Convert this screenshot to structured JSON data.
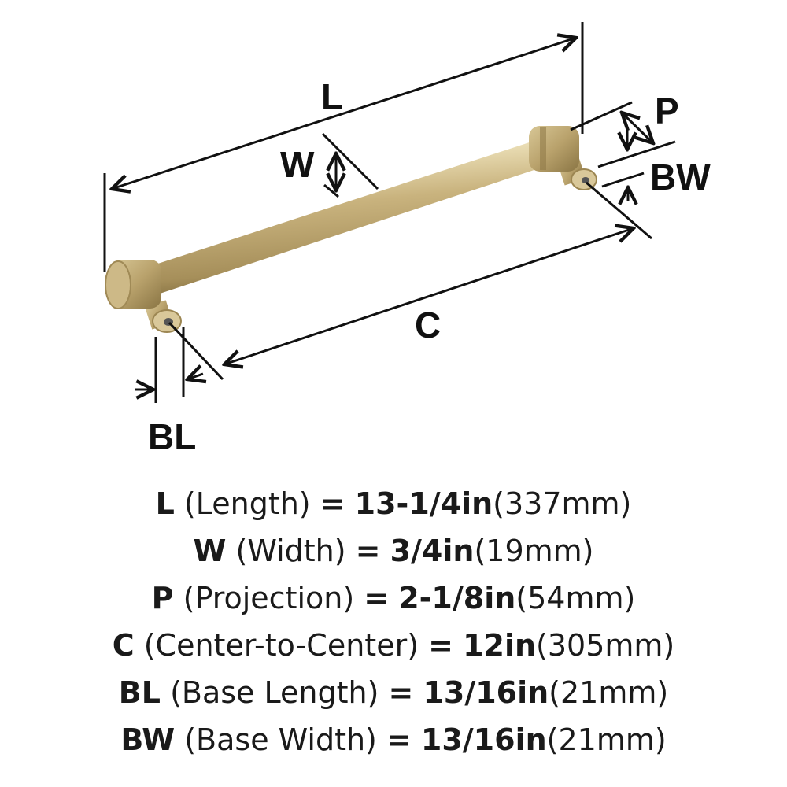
{
  "diagram": {
    "labels": {
      "L": "L",
      "W": "W",
      "P": "P",
      "BW": "BW",
      "C": "C",
      "BL": "BL"
    },
    "colors": {
      "finish_base": "#c9b37e",
      "finish_light": "#ece0b8",
      "finish_dark": "#8f7a48",
      "line": "#111111"
    }
  },
  "specs": [
    {
      "symbol": "L",
      "name": "(Length)",
      "imperial": "13-1/4in",
      "metric": "(337mm)"
    },
    {
      "symbol": "W",
      "name": "(Width)",
      "imperial": "3/4in",
      "metric": "(19mm)"
    },
    {
      "symbol": "P",
      "name": "(Projection)",
      "imperial": "2-1/8in",
      "metric": "(54mm)"
    },
    {
      "symbol": "C",
      "name": "(Center-to-Center)",
      "imperial": "12in",
      "metric": "(305mm)"
    },
    {
      "symbol": "BL",
      "name": "(Base Length)",
      "imperial": "13/16in",
      "metric": "(21mm)"
    },
    {
      "symbol": "BW",
      "name": "(Base Width)",
      "imperial": "13/16in",
      "metric": "(21mm)"
    }
  ],
  "equals": "="
}
